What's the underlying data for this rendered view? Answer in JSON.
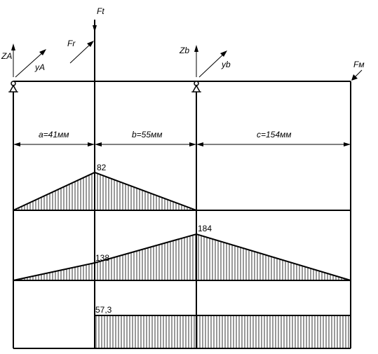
{
  "forces": {
    "ft": "Ft",
    "fr": "Fr",
    "za": "ZA",
    "ya": "yA",
    "zb": "Zb",
    "yb": "yb",
    "fm": "Fм"
  },
  "dimensions": {
    "a": "a=41мм",
    "b": "b=55мм",
    "c": "c=154мм"
  },
  "diagrams": {
    "d1_peak": "82",
    "d2_mid": "138",
    "d2_peak": "184",
    "d3_value": "57,3"
  }
}
